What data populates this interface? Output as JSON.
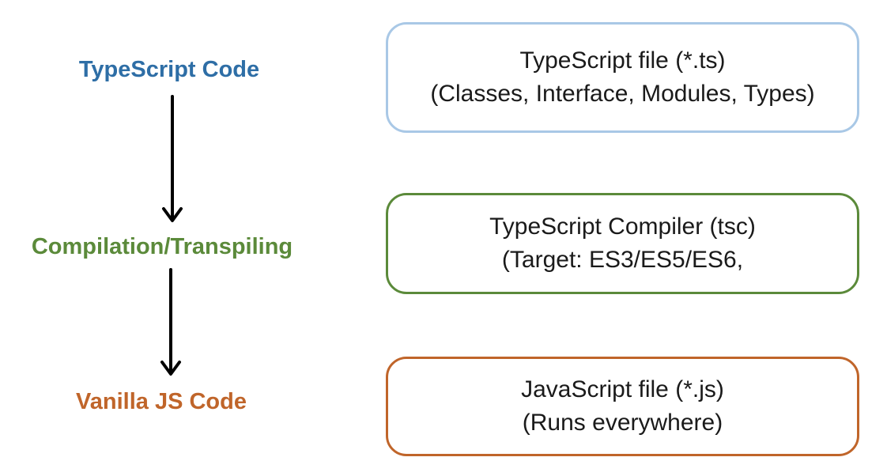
{
  "stages": {
    "typescript": {
      "label": "TypeScript Code",
      "color": "#2e6ea6"
    },
    "compilation": {
      "label": "Compilation/Transpiling",
      "color": "#5b8a3a"
    },
    "vanilla": {
      "label": "Vanilla JS Code",
      "color": "#c0652a"
    }
  },
  "boxes": {
    "typescript_file": {
      "line1": "TypeScript file (*.ts)",
      "line2": "(Classes, Interface, Modules, Types)",
      "border_color": "#a9c8e6"
    },
    "compiler": {
      "line1": "TypeScript Compiler (tsc)",
      "line2": "(Target: ES3/ES5/ES6,",
      "border_color": "#5b8a3a"
    },
    "javascript_file": {
      "line1": "JavaScript file (*.js)",
      "line2": "(Runs everywhere)",
      "border_color": "#c0652a"
    }
  }
}
